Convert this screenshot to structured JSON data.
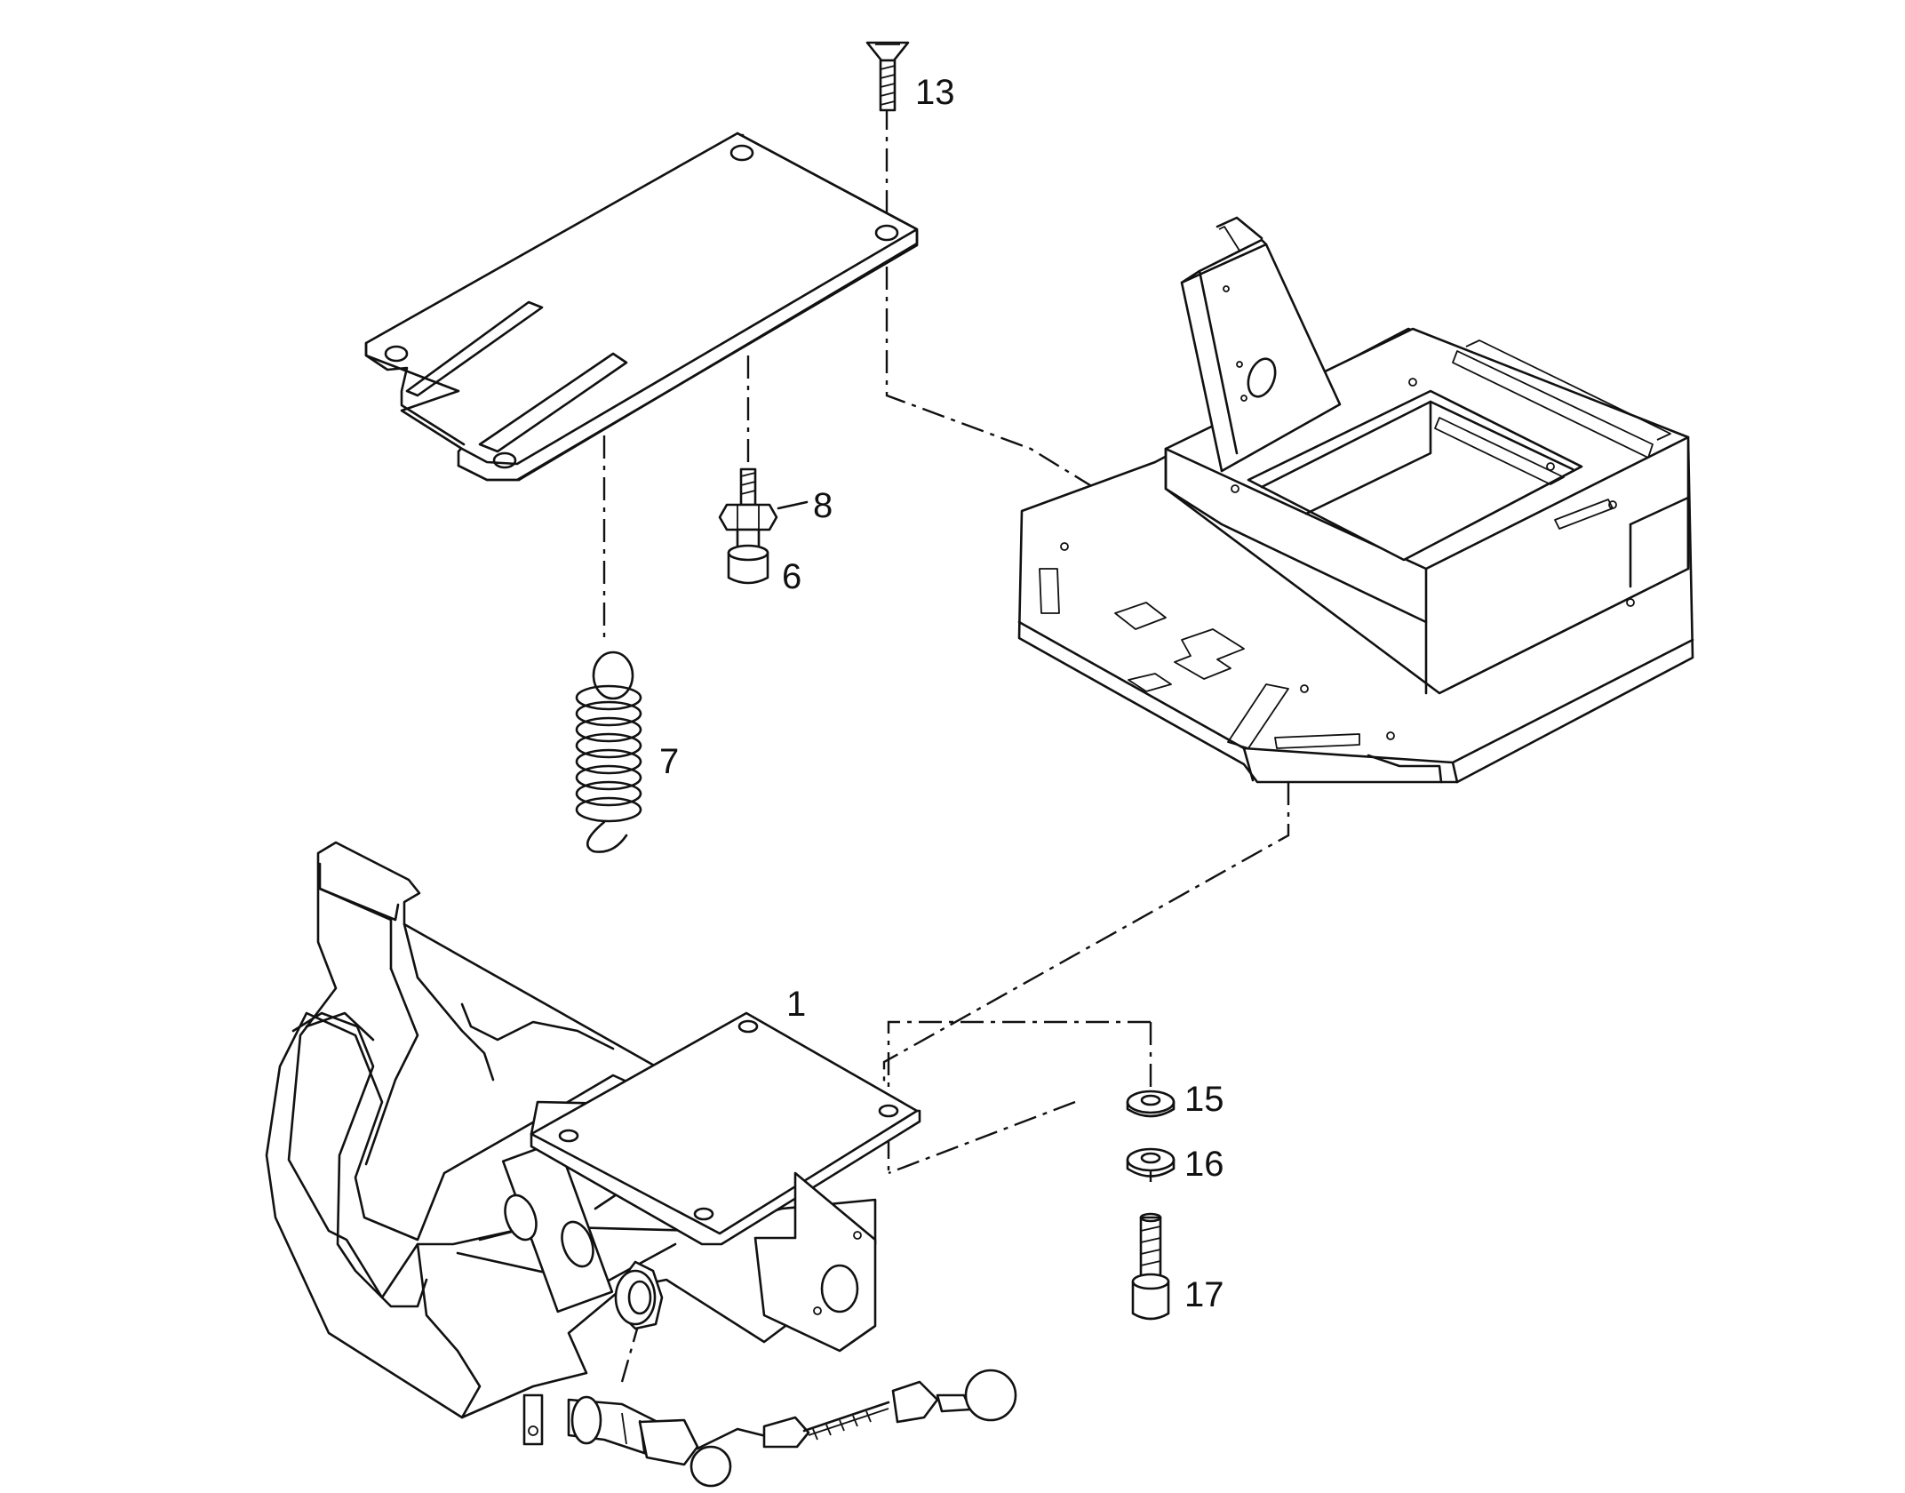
{
  "callouts": [
    {
      "id": "13",
      "label": "13"
    },
    {
      "id": "8",
      "label": "8"
    },
    {
      "id": "6",
      "label": "6"
    },
    {
      "id": "7",
      "label": "7"
    },
    {
      "id": "1",
      "label": "1"
    },
    {
      "id": "15",
      "label": "15"
    },
    {
      "id": "16",
      "label": "16"
    },
    {
      "id": "17",
      "label": "17"
    }
  ],
  "colors": {
    "line": "#111111",
    "background": "#ffffff"
  }
}
